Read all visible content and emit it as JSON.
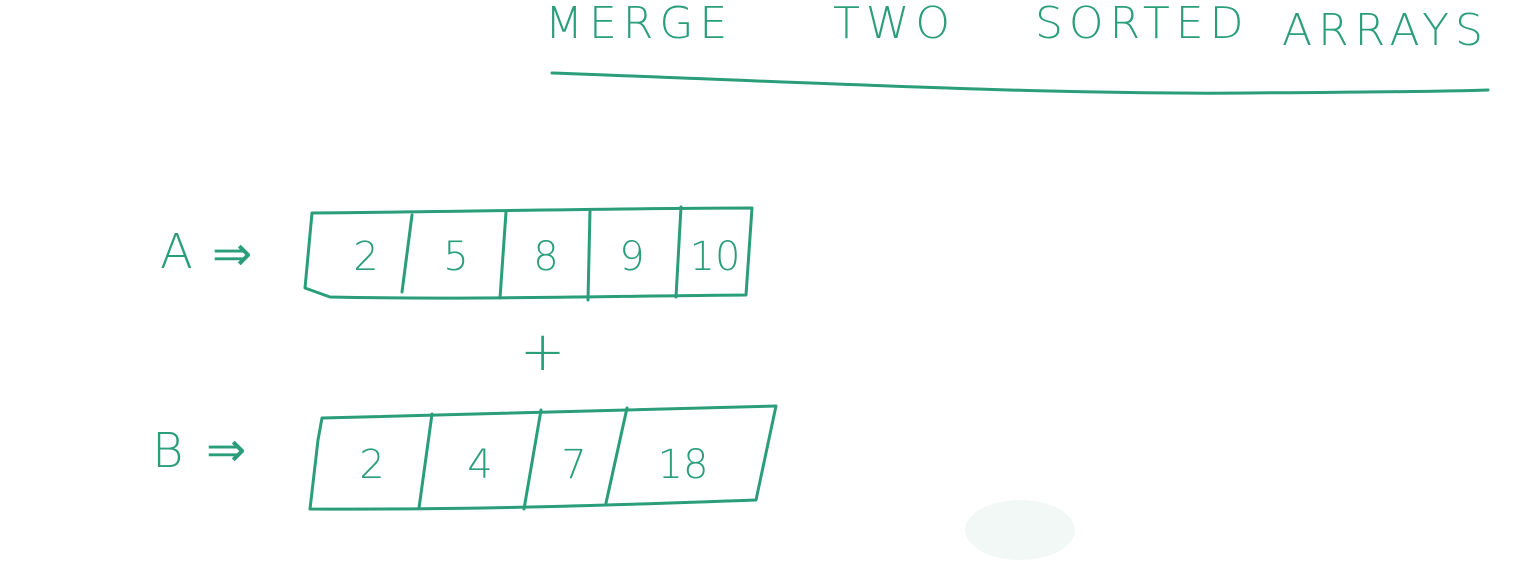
{
  "title": {
    "words": [
      "MERGE",
      "TWO",
      "SORTED",
      "ARRAYS"
    ]
  },
  "arrays": {
    "a": {
      "label": "A",
      "arrow": "⇒",
      "values": [
        "2",
        "5",
        "8",
        "9",
        "10"
      ]
    },
    "b": {
      "label": "B",
      "arrow": "⇒",
      "values": [
        "2",
        "4",
        "7",
        "18"
      ]
    }
  },
  "operator": "+",
  "ink_color": "#2a9d79"
}
